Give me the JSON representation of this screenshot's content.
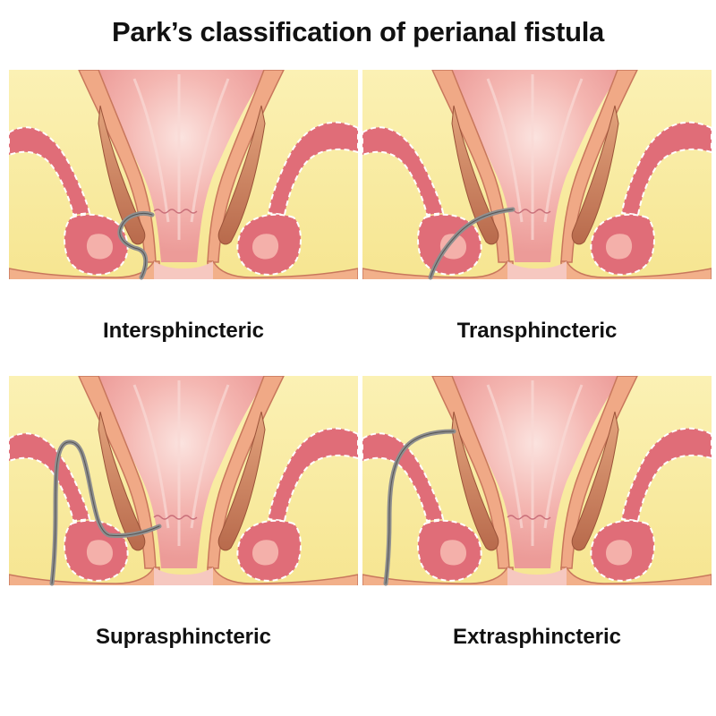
{
  "title": "Park’s classification of perianal fistula",
  "panels": [
    {
      "label": "Intersphincteric"
    },
    {
      "label": "Transphincteric"
    },
    {
      "label": "Suprasphincteric"
    },
    {
      "label": "Extrasphincteric"
    }
  ],
  "colors": {
    "fat": "#f8ec9e",
    "mucosa": "#f2a9a4",
    "muscle": "#e06d78",
    "skin": "#f2b08a",
    "fistula": "#8f8f8f"
  }
}
